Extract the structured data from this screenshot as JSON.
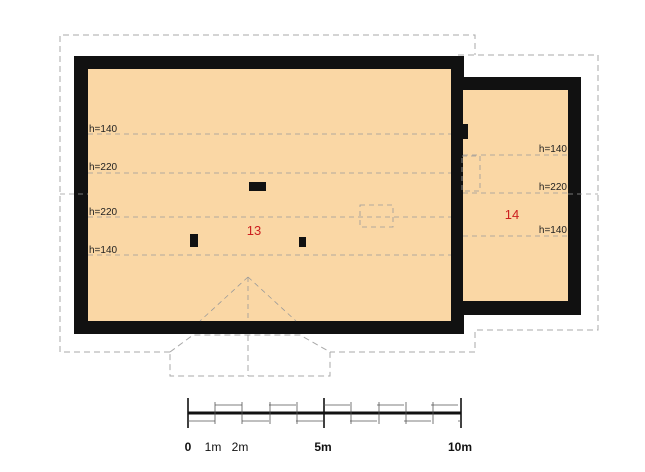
{
  "rooms": [
    {
      "number": "13"
    },
    {
      "number": "14"
    }
  ],
  "height_lines": {
    "main": [
      "h=140",
      "h=220",
      "h=220",
      "h=140"
    ],
    "annex": [
      "h=140",
      "h=220",
      "h=140"
    ]
  },
  "scale_bar": {
    "labels": [
      "0",
      "1m",
      "2m",
      "5m",
      "10m"
    ]
  },
  "colors": {
    "room_fill": "#fad7a5",
    "wall": "#111111",
    "room_number": "#cc1f1f",
    "dashed_line": "#9a9a9a"
  }
}
